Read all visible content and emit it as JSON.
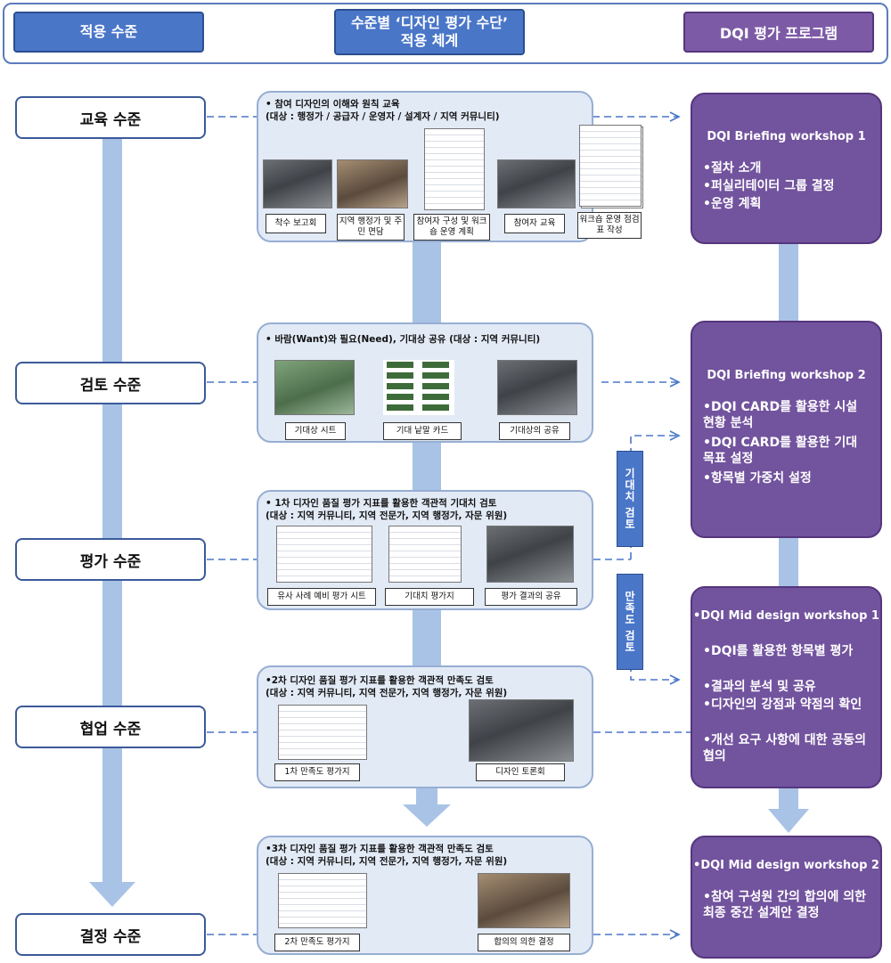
{
  "header": {
    "col1": "적용 수준",
    "col2_line1": "수준별 ‘디자인 평가 수단’",
    "col2_line2": "적용 체계",
    "col3": "DQI 평가 프로그램"
  },
  "levels": [
    "교육 수준",
    "검토 수준",
    "평가 수준",
    "협업 수준",
    "결정 수준"
  ],
  "panels": [
    {
      "title1": "• 참여 디자인의 이해와 원칙 교육",
      "title2": "(대상 : 행정가 / 공급자 / 운영자 / 설계자 / 지역 커뮤니티)",
      "captions": [
        "착수 보고회",
        "지역 행정가 및 주민 면담",
        "참여자 구성 및 워크숍 운영 계획",
        "참여자 교육",
        "워크숍 운영 점검표 작성"
      ]
    },
    {
      "title1": "• 바람(Want)와 필요(Need), 기대상 공유 (대상 : 지역 커뮤니티)",
      "title2": "",
      "captions": [
        "기대상 시트",
        "기대 낱말 카드",
        "기대상의 공유"
      ]
    },
    {
      "title1": "• 1차 디자인 품질 평가 지표를 활용한 객관적 기대치 검토",
      "title2": "(대상 : 지역 커뮤니티, 지역 전문가, 지역 행정가, 자문 위원)",
      "captions": [
        "유사 사례 예비 평가 시트",
        "기대치 평가지",
        "평가 결과의 공유"
      ]
    },
    {
      "title1": "•2차 디자인 품질 평가 지표를 활용한 객관적 만족도 검토",
      "title2": "(대상 : 지역 커뮤니티, 지역 전문가, 지역 행정가, 자문 위원)",
      "captions": [
        "1차 만족도 평가지",
        "디자인 토론회"
      ]
    },
    {
      "title1": "•3차 디자인 품질 평가 지표를 활용한 객관적 만족도 검토",
      "title2": "(대상 : 지역 커뮤니티, 지역 전문가, 지역 행정가, 자문 위원)",
      "captions": [
        "2차 만족도 평가지",
        "합의의 의한 결정"
      ]
    }
  ],
  "side_labels": {
    "upper": "기대치 검토",
    "lower": "만족도 검토"
  },
  "programs": [
    {
      "title": "DQI Briefing workshop 1",
      "items": [
        "•절차 소개",
        "•퍼실리테이터 그룹 결정",
        "•운영 계획"
      ]
    },
    {
      "title": "DQI Briefing workshop 2",
      "items": [
        "•DQI CARD를 활용한 시설 현황 분석",
        "•DQI CARD를 활용한 기대 목표 설정",
        "•항목별 가중치 설정"
      ]
    },
    {
      "title": "•DQI Mid design workshop 1",
      "items": [
        "•DQI를 활용한 항목별 평가",
        "•결과의 분석 및 공유",
        "•디자인의 강점과 약점의 확인",
        "•개선 요구 사항에 대한 공동의 협의"
      ]
    },
    {
      "title": "•DQI Mid design workshop 2",
      "items": [
        "•참여 구성원 간의 합의에 의한 최종 중간 설계안 결정"
      ]
    }
  ],
  "colors": {
    "blue": "#4a76c8",
    "purple": "#72539e",
    "panel": "#e2eaf6",
    "arrow": "#a9c3e6"
  }
}
